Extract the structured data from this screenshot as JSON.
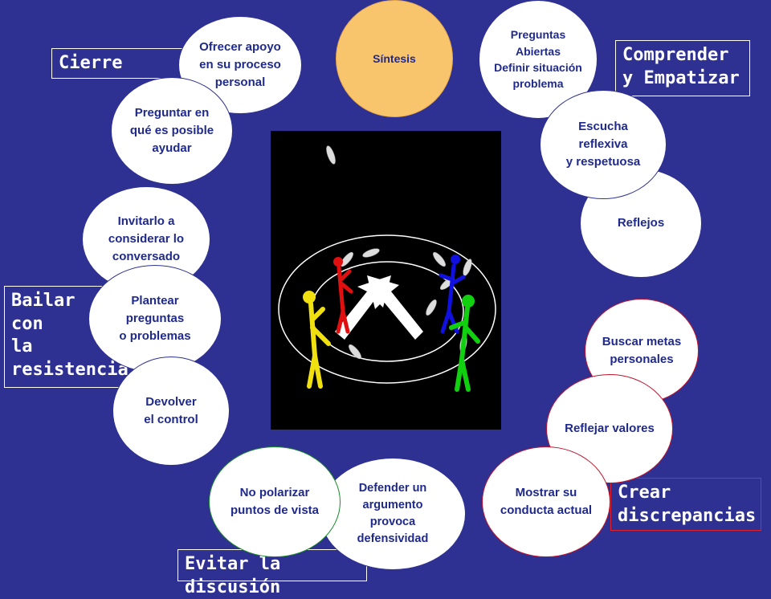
{
  "labels": {
    "cierre": "Cierre",
    "comprender": "Comprender\ny Empatizar",
    "bailar": "Bailar\ncon\nla\nresistencia",
    "crear": "Crear\ndiscrepancias",
    "evitar": "Evitar la discusión"
  },
  "bubbles": {
    "sintesis": "Síntesis",
    "preguntas_abiertas": "Preguntas\nAbiertas\nDefinir situación\nproblema",
    "escucha": "Escucha\nreflexiva\ny respetuosa",
    "reflejos": "Reflejos",
    "ofrecer_apoyo": "Ofrecer apoyo\nen su proceso\npersonal",
    "preguntar_ayudar": "Preguntar en\nqué es posible\nayudar",
    "invitarlo": "Invitarlo a\nconsiderar lo\nconversado",
    "plantear": "Plantear\npreguntas\no problemas",
    "devolver": "Devolver\nel control",
    "buscar_metas": "Buscar metas\npersonales",
    "reflejar_valores": "Reflejar valores",
    "mostrar_conducta": "Mostrar su\nconducta actual",
    "no_polarizar": "No polarizar\npuntos de vista",
    "defender": "Defender un\nargumento\nprovoca\ndefensividad"
  },
  "colors": {
    "background": "#2e3192",
    "bubble_text": "#1f2a8c",
    "synthesis": "#f9c56c",
    "red_border": "#c0152f",
    "green_border": "#1a8a2a",
    "jugglers": [
      "#e01010",
      "#1010e0",
      "#f0e010",
      "#10d010"
    ]
  },
  "center_image": {
    "description_icon": "jugglers-with-arrows-icon"
  }
}
